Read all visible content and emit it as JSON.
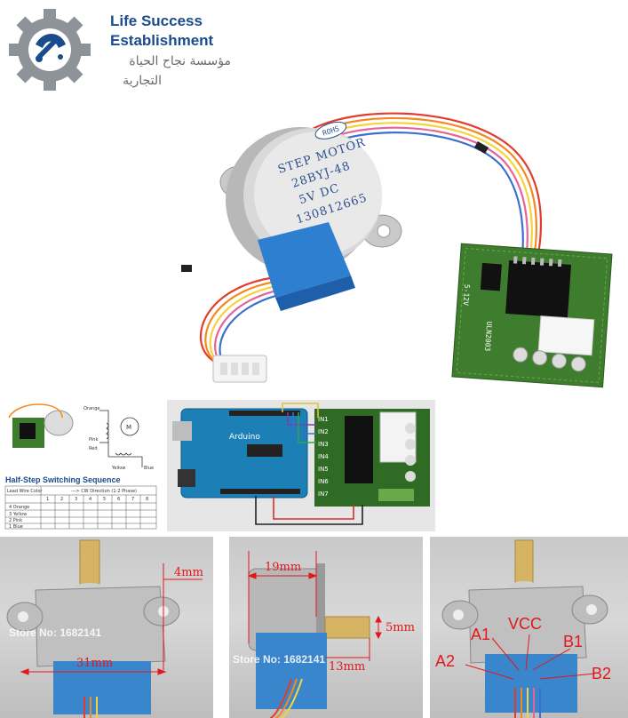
{
  "brand": {
    "name_line1": "Life Success",
    "name_line2": "Establishment",
    "arabic_line1": "مؤسسة نجاح الحياة",
    "arabic_line2": "التجارية"
  },
  "motor": {
    "badge": "ROHS",
    "line1": "STEP  MOTOR",
    "line2": "28BYJ-48",
    "line3": "5V   DC",
    "line4": "130812665"
  },
  "driver_board": {
    "label1": "5-12V",
    "label2": "ULN2003"
  },
  "diagram": {
    "title": "Half-Step Switching Sequence",
    "wire_orange": "Orange",
    "wire_pink": "Pink",
    "wire_red": "Red",
    "wire_yellow": "Yellow",
    "wire_blue": "Blue",
    "table_header_left": "Lead Wire Color",
    "table_header_right": "---> CW Direction (1-2 Phase)",
    "steps": [
      "1",
      "2",
      "3",
      "4",
      "5",
      "6",
      "7",
      "8"
    ],
    "rows": [
      "4 Orange",
      "3 Yellow",
      "2 Pink",
      "1 Blue"
    ]
  },
  "arduino": {
    "board_label": "Arduino",
    "pins": [
      "IN1",
      "IN2",
      "IN3",
      "IN4",
      "IN5",
      "IN6",
      "IN7"
    ]
  },
  "photo1": {
    "dim_width": "31mm",
    "dim_ear": "4mm",
    "watermark": "Store No: 1682141"
  },
  "photo2": {
    "dim_depth": "19mm",
    "dim_shaft_d": "5mm",
    "dim_shaft_len": "13mm",
    "watermark": "Store No: 1682141"
  },
  "photo3": {
    "pin_vcc": "VCC",
    "pin_a1": "A1",
    "pin_b1": "B1",
    "pin_a2": "A2",
    "pin_b2": "B2"
  },
  "colors": {
    "brand_blue": "#1a4b8c",
    "gear_gray": "#8e9299",
    "dim_red": "#e3161b",
    "pcb_green": "#3f7d2e",
    "motor_blue": "#2f7fd0"
  }
}
